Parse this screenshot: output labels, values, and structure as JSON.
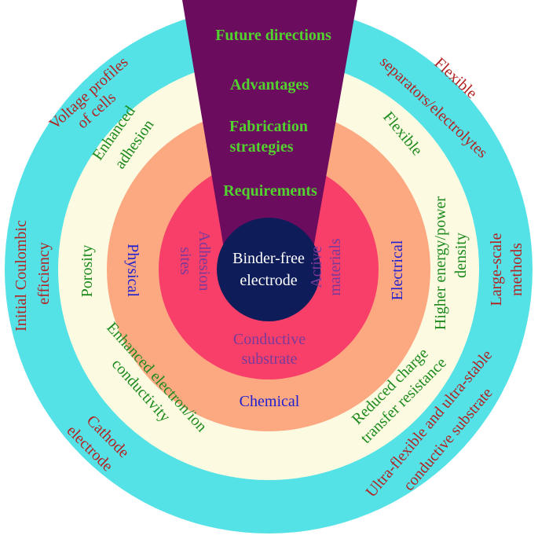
{
  "center": {
    "line1": "Binder-free",
    "line2": "electrode"
  },
  "wedge": {
    "items": [
      "Future directions",
      "Advantages",
      "Fabrication",
      "strategies",
      "Requirements"
    ]
  },
  "requirements": {
    "left": [
      "Adhesion",
      "sites"
    ],
    "right": [
      "Active",
      "materials"
    ],
    "bottom": [
      "Conductive",
      "substrate"
    ]
  },
  "fabrication": {
    "left": "Physical",
    "right": "Electrical",
    "bottom": "Chemical"
  },
  "advantages": {
    "adhesion": [
      "Enhanced",
      "adhesion"
    ],
    "porosity": "Porosity",
    "conductivity": [
      "Enhanced electron/ion",
      "conductivity"
    ],
    "flexible": "Flexible",
    "energy": [
      "Higher energy/power",
      "density"
    ],
    "resistance": [
      "Reduced charge",
      "transfer resistance"
    ]
  },
  "future": {
    "voltage": [
      "Voltage profiles",
      "of cells"
    ],
    "coulombic": [
      "Initial Coulombic",
      "efficiency"
    ],
    "cathode": [
      "Cathode",
      "electrode"
    ],
    "separators": [
      "Flexible",
      "separators/electrolytes"
    ],
    "largescale": [
      "Large-scale",
      "methods"
    ],
    "substrate": [
      "Ultra-flexible and ultra-stable",
      "conductive substrate"
    ]
  },
  "colors": {
    "outer_ring": "#55e2e6",
    "advantages_ring": "#fdfae2",
    "fabrication_ring": "#fca982",
    "requirements_ring": "#f73f6a",
    "center": "#0e1c5a",
    "wedge": "#6b0c5e",
    "green_text": "#1c8a1c",
    "red_text": "#b22222",
    "blue_text": "#2020d0",
    "purple_text": "#7a3a9a",
    "wedge_text": "#52d22e"
  }
}
